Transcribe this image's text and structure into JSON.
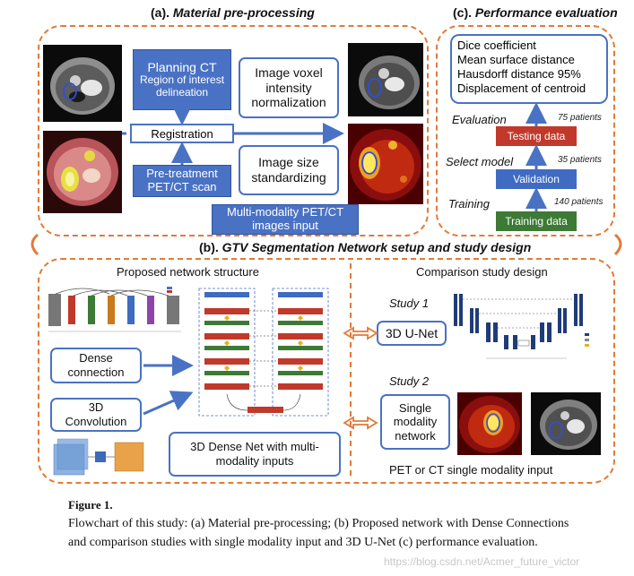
{
  "section_a": {
    "title_prefix": "(a). ",
    "title_emph": "Material pre-processing",
    "planning_ct": "Planning CT",
    "roi": "Region of interest delineation",
    "registration": "Registration",
    "pretreatment": "Pre-treatment PET/CT scan",
    "voxel_norm": "Image voxel intensity normalization",
    "size_std": "Image size standardizing",
    "multimodality": "Multi-modality PET/CT images input"
  },
  "section_c": {
    "title_prefix": "(c). ",
    "title_emph": "Performance evaluation",
    "metrics": [
      "Dice coefficient",
      "Mean surface distance",
      "Hausdorff distance 95%",
      "Displacement of centroid"
    ],
    "evaluation_label": "Evaluation",
    "select_model_label": "Select model",
    "training_label": "Training",
    "testing_box": "Testing data",
    "validation_box": "Validation",
    "training_box": "Training data",
    "testing_count": "75 patients",
    "validation_count": "35 patients",
    "training_count": "140 patients",
    "colors": {
      "testing": "#c0392b",
      "validation": "#3f6bc2",
      "training": "#3d7a35"
    }
  },
  "section_b": {
    "title_prefix": "(b). ",
    "title_emph": "GTV Segmentation Network setup and study design",
    "proposed_header": "Proposed network structure",
    "comparison_header": "Comparison study design",
    "dense_connection": "Dense connection",
    "conv3d": "3D Convolution",
    "dense_net": "3D Dense Net with multi-modality inputs",
    "study1": "Study 1",
    "study2": "Study 2",
    "unet": "3D U-Net",
    "single_modality": "Single modality network",
    "pet_or_ct": "PET or CT single modality input"
  },
  "caption": {
    "figure_label": "Figure 1.",
    "text": "Flowchart of this study: (a) Material pre-processing; (b) Proposed network with Dense Connections and comparison studies with single modality input and 3D U-Net (c) performance evaluation.",
    "watermark": "https://blog.csdn.net/Acmer_future_victor"
  },
  "colors": {
    "dashed_border": "#e07b39",
    "blue": "#4a72c4",
    "dark_blue": "#2f55a3"
  }
}
